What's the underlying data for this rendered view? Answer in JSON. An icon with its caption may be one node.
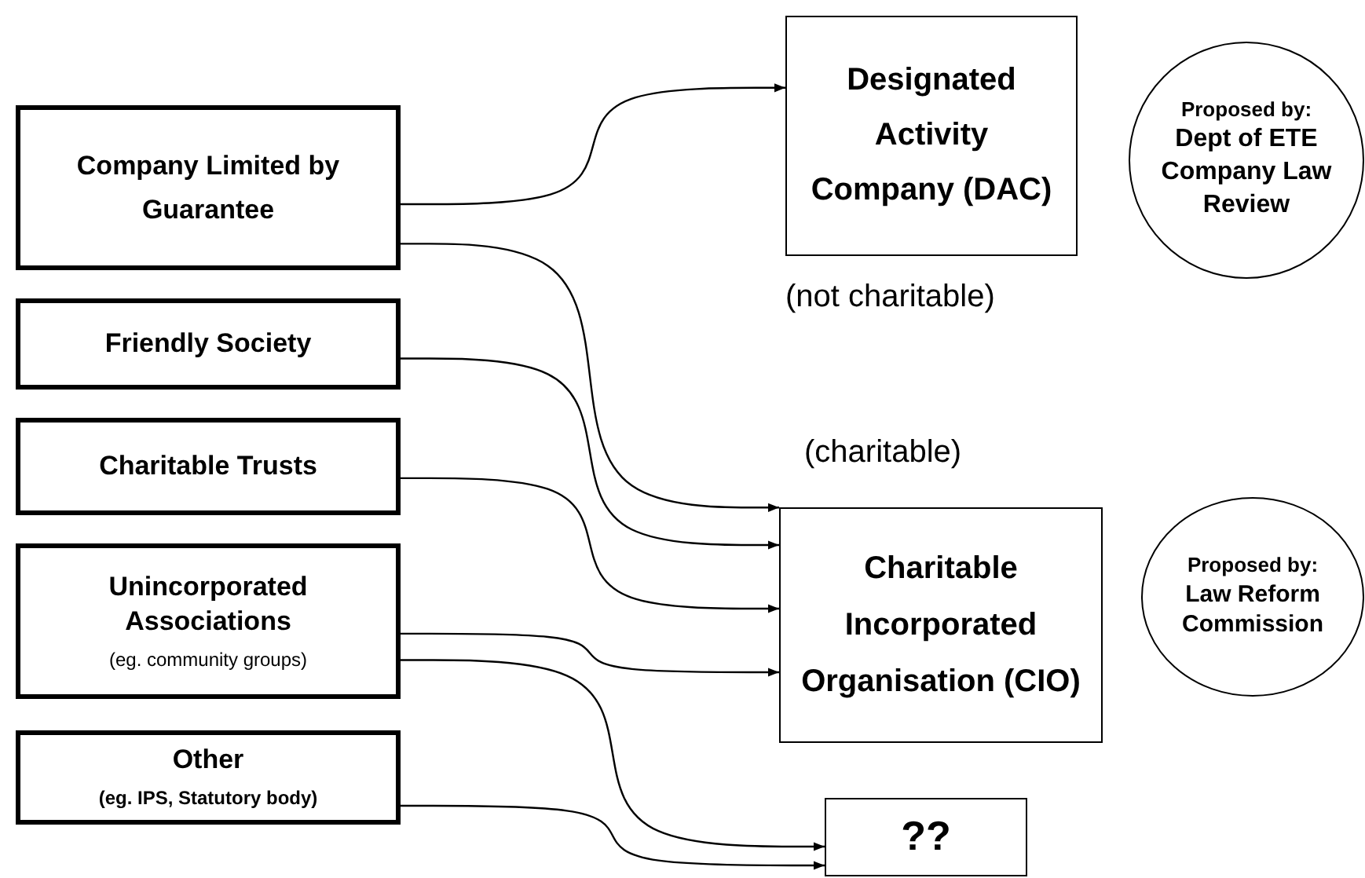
{
  "diagram": {
    "nodes": [
      {
        "text": [
          "Company Limited by Guarantee"
        ]
      },
      {
        "text": [
          "Friendly Society"
        ]
      },
      {
        "text": [
          "Charitable Trusts"
        ]
      },
      {
        "text": [
          "Unincorporated Associations",
          "(eg. community groups)"
        ]
      },
      {
        "text": [
          "Other",
          "(eg. IPS, Statutory body)"
        ]
      },
      {
        "text": [
          "Designated Activity Company (DAC)"
        ]
      },
      {
        "text": [
          "Proposed by:",
          "Dept of ETE",
          "Company Law Review"
        ]
      },
      {
        "text": [
          "Charitable Incorporated Organisation (CIO)"
        ]
      },
      {
        "text": [
          "Proposed by:",
          "Law Reform Commission"
        ]
      },
      {
        "text": [
          "??"
        ]
      }
    ],
    "edges": [
      {
        "from": 0,
        "to": 5,
        "arrow": "to"
      },
      {
        "from": 0,
        "to": 7,
        "arrow": "to"
      },
      {
        "from": 1,
        "to": 7,
        "arrow": "to"
      },
      {
        "from": 2,
        "to": 7,
        "arrow": "to"
      },
      {
        "from": 3,
        "to": 7,
        "arrow": "to"
      },
      {
        "from": 3,
        "to": 9,
        "arrow": "to"
      },
      {
        "from": 4,
        "to": 9,
        "arrow": "to"
      }
    ],
    "labels": [
      "(not charitable)",
      "(charitable)"
    ]
  }
}
